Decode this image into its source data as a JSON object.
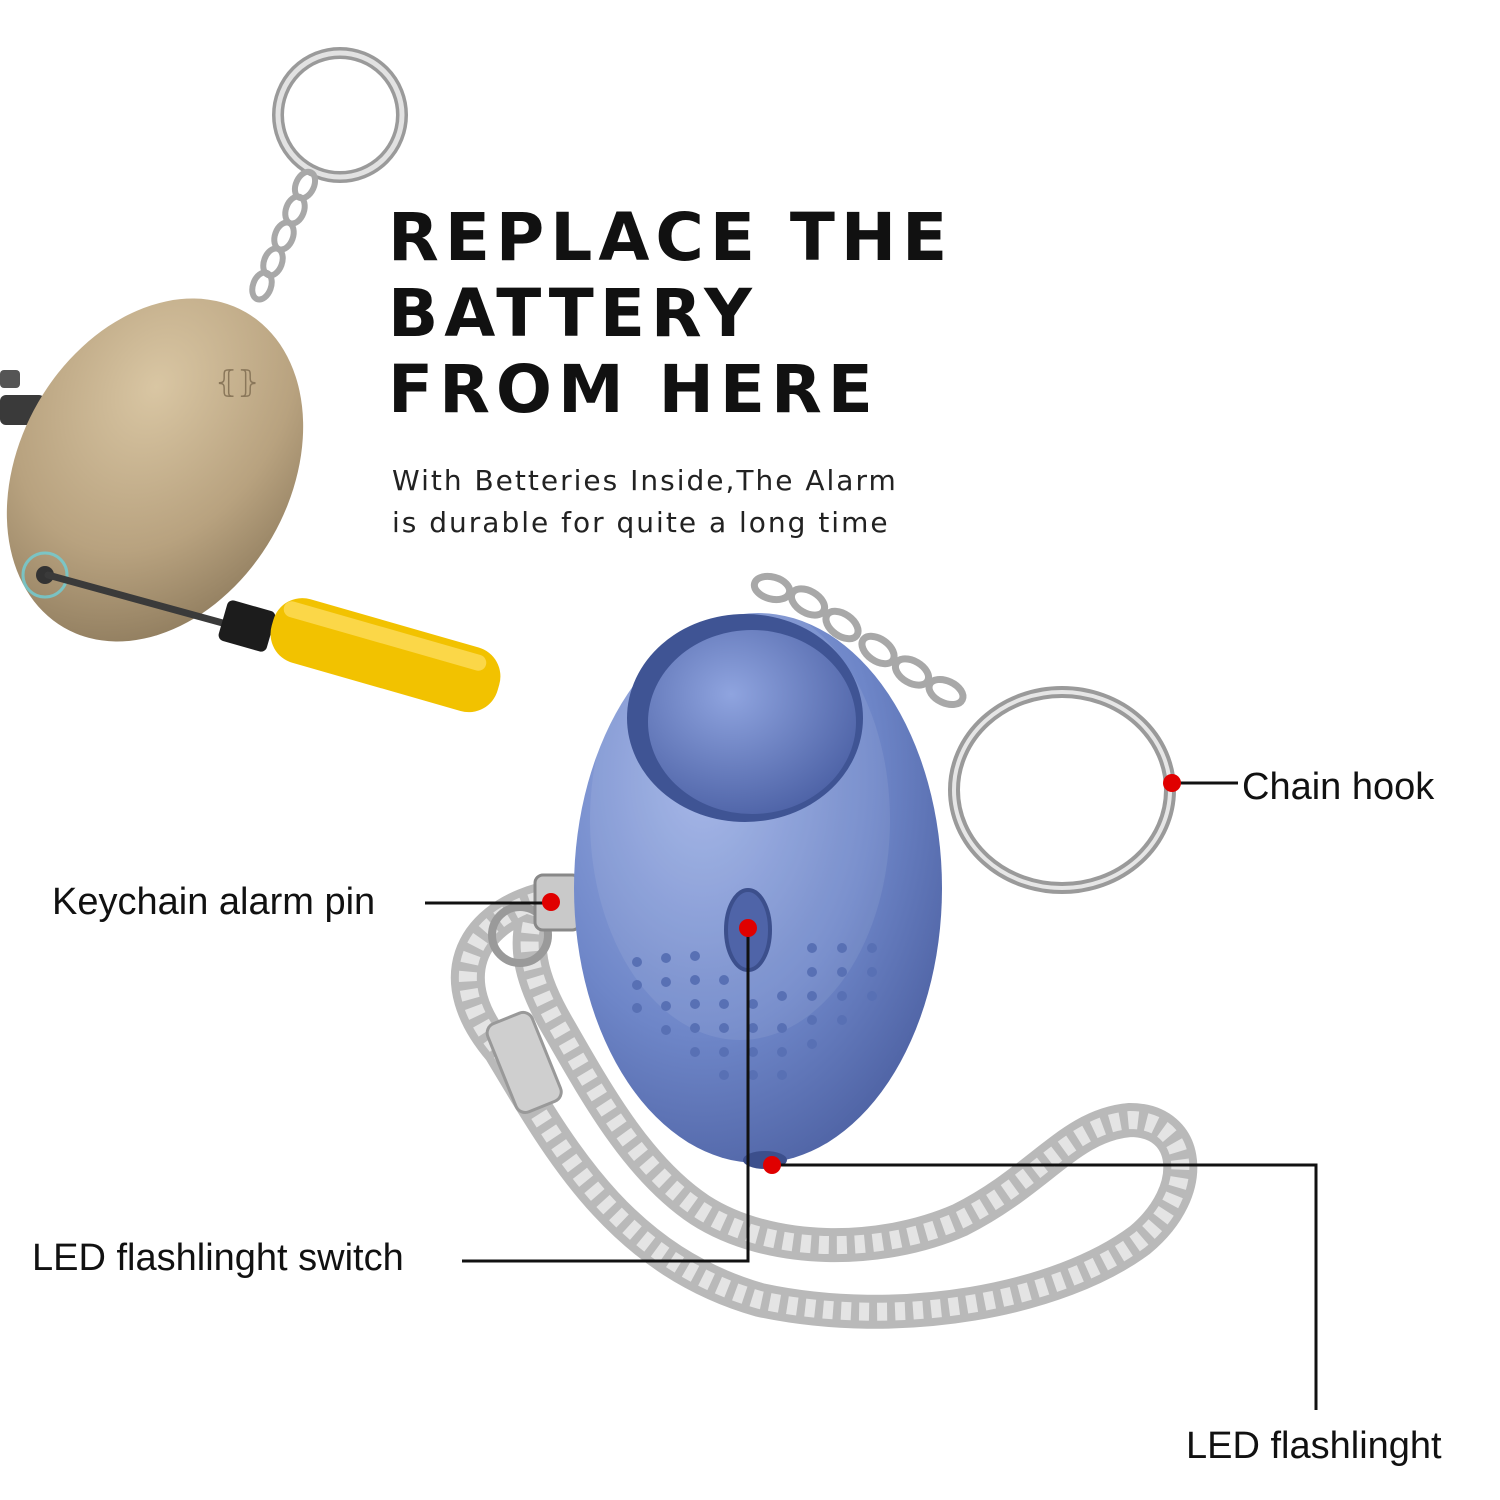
{
  "headline": {
    "line1": "REPLACE THE",
    "line2": "BATTERY",
    "line3": "FROM HERE"
  },
  "subtitle": {
    "line1": "With Betteries Inside,The Alarm",
    "line2": "is durable for quite a long time"
  },
  "callouts": {
    "chain_hook": "Chain hook",
    "keychain_alarm_pin": "Keychain alarm pin",
    "led_switch": "LED flashlinght switch",
    "led_flashlight": "LED flashlinght"
  },
  "colors": {
    "marker": "#e00000",
    "gold_body": "#b8a27f",
    "blue_body": "#6e86c8",
    "screwdriver": "#f2c200",
    "strap": "#cfcfcf"
  },
  "icons": [
    "keyring-icon",
    "screwdriver-icon",
    "alarm-device-icon",
    "wrist-strap-icon"
  ]
}
